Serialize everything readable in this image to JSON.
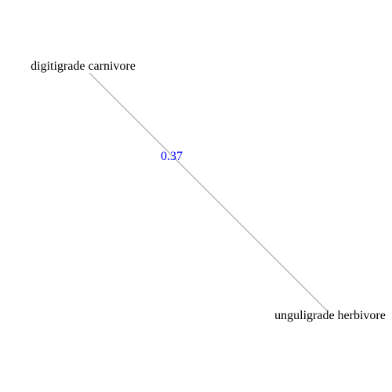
{
  "graph": {
    "nodes": [
      {
        "id": "n1",
        "label": "digitigrade carnivore"
      },
      {
        "id": "n2",
        "label": "unguligrade herbivore"
      }
    ],
    "edges": [
      {
        "from": "n1",
        "to": "n2",
        "label": "0.37"
      }
    ]
  },
  "colors": {
    "edge": "#aaaaaa",
    "edge_label": "#0000ff",
    "node_label": "#000000",
    "background": "#ffffff"
  }
}
